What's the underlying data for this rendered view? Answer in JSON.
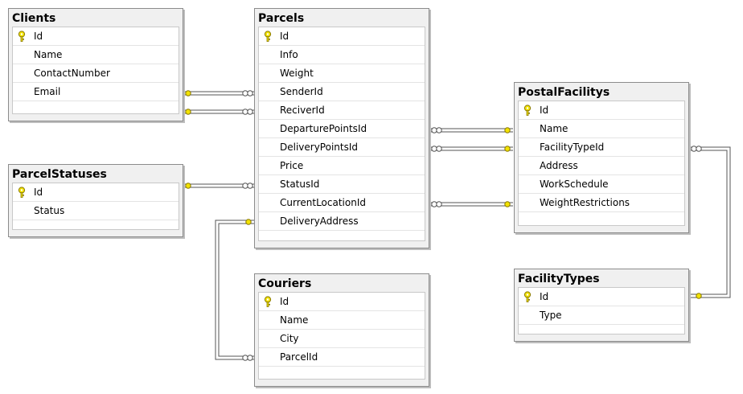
{
  "tables": {
    "clients": {
      "title": "Clients",
      "columns": [
        "Id",
        "Name",
        "ContactNumber",
        "Email"
      ]
    },
    "parcel_statuses": {
      "title": "ParcelStatuses",
      "columns": [
        "Id",
        "Status"
      ]
    },
    "parcels": {
      "title": "Parcels",
      "columns": [
        "Id",
        "Info",
        "Weight",
        "SenderId",
        "ReciverId",
        "DeparturePointsId",
        "DeliveryPointsId",
        "Price",
        "StatusId",
        "CurrentLocationId",
        "DeliveryAddress"
      ]
    },
    "couriers": {
      "title": "Couriers",
      "columns": [
        "Id",
        "Name",
        "City",
        "ParcelId"
      ]
    },
    "postal_facilitys": {
      "title": "PostalFacilitys",
      "columns": [
        "Id",
        "Name",
        "FacilityTypeId",
        "Address",
        "WorkSchedule",
        "WeightRestrictions"
      ]
    },
    "facility_types": {
      "title": "FacilityTypes",
      "columns": [
        "Id",
        "Type"
      ]
    }
  },
  "colors": {
    "line": "#555555",
    "key": "#f2e200",
    "key_stroke": "#8a7a00"
  }
}
